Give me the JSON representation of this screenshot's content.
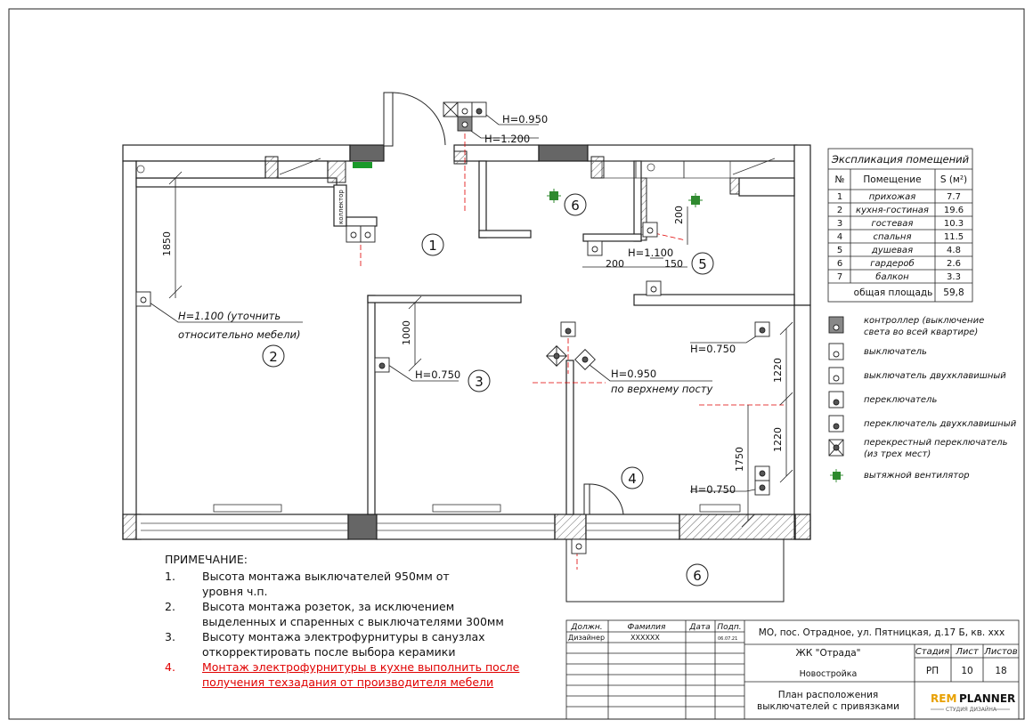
{
  "plan": {
    "rooms": [
      {
        "num": "1"
      },
      {
        "num": "2"
      },
      {
        "num": "3"
      },
      {
        "num": "4"
      },
      {
        "num": "5"
      },
      {
        "num": "6"
      },
      {
        "num": "6"
      }
    ],
    "heights": {
      "h0950": "H=0.950",
      "h1200": "H=1.200",
      "h1100_note_1": "H=1.100 (уточнить",
      "h1100_note_2": "относительно мебели)",
      "h0750_bedroom": "H=0.750",
      "h0950_post_1": "H=0.950",
      "h0950_post_2": "по верхнему посту",
      "h1100_bath": "H=1.100",
      "h0750_r1": "H=0.750",
      "h0750_r2": "H=0.750"
    },
    "dims": {
      "d1850": "1850",
      "d1000": "1000",
      "d200a": "200",
      "d200b": "200",
      "d150": "150",
      "d1220a": "1220",
      "d1220b": "1220",
      "d1750": "1750"
    },
    "collector_label": "коллектор"
  },
  "explication": {
    "title": "Экспликация помещений",
    "col_num": "№",
    "col_room": "Помещение",
    "col_area": "S (м²)",
    "rows": [
      {
        "n": "1",
        "name": "прихожая",
        "s": "7.7"
      },
      {
        "n": "2",
        "name": "кухня-гостиная",
        "s": "19.6"
      },
      {
        "n": "3",
        "name": "гостевая",
        "s": "10.3"
      },
      {
        "n": "4",
        "name": "спальня",
        "s": "11.5"
      },
      {
        "n": "5",
        "name": "душевая",
        "s": "4.8"
      },
      {
        "n": "6",
        "name": "гардероб",
        "s": "2.6"
      },
      {
        "n": "7",
        "name": "балкон",
        "s": "3.3"
      }
    ],
    "total_label": "общая площадь",
    "total_value": "59,8"
  },
  "legend": [
    {
      "icon": "controller-icon",
      "label_1": "контроллер (выключение",
      "label_2": "света во всей квартире)"
    },
    {
      "icon": "switch-icon",
      "label_1": "выключатель",
      "label_2": ""
    },
    {
      "icon": "double-switch-icon",
      "label_1": "выключатель двухклавишный",
      "label_2": ""
    },
    {
      "icon": "toggle-switch-icon",
      "label_1": "переключатель",
      "label_2": ""
    },
    {
      "icon": "double-toggle-switch-icon",
      "label_1": "переключатель двухклавишный",
      "label_2": ""
    },
    {
      "icon": "cross-switch-icon",
      "label_1": "перекрестный переключатель",
      "label_2": "(из трех мест)"
    },
    {
      "icon": "exhaust-fan-icon",
      "label_1": "вытяжной вентилятор",
      "label_2": ""
    }
  ],
  "notes": {
    "heading": "ПРИМЕЧАНИЕ:",
    "items": [
      {
        "n": "1.",
        "l1": "Высота монтажа выключателей 950мм от",
        "l2": "уровня ч.п.",
        "red": false
      },
      {
        "n": "2.",
        "l1": "Высота монтажа розеток, за исключением",
        "l2": "выделенных и спаренных с выключателями 300мм",
        "red": false
      },
      {
        "n": "3.",
        "l1": "Высоту монтажа электрофурнитуры в санузлах",
        "l2": "откорректировать после выбора керамики",
        "red": false
      },
      {
        "n": "4.",
        "l1": "Монтаж электрофурнитуры в кухне выполнить после",
        "l2": "получения техзадания от производителя мебели",
        "red": true
      }
    ]
  },
  "stamp": {
    "h_post": "Должн.",
    "h_name": "Фамилия",
    "h_date": "Дата",
    "h_sign": "Подп.",
    "r_post": "Дизайнер",
    "r_name": "XXXXXX",
    "r_date": "06.07.21",
    "address": "МО, пос. Отрадное, ул. Пятницкая, д.17 Б, кв. ххх",
    "complex": "ЖК \"Отрада\"",
    "type": "Новостройка",
    "stage_h": "Стадия",
    "sheet_h": "Лист",
    "sheets_h": "Листов",
    "stage": "РП",
    "sheet": "10",
    "sheets": "18",
    "title_1": "План расположения",
    "title_2": "выключателей с привязками",
    "logo_rem": "REM",
    "logo_planner": "PLANNER",
    "logo_sub": "СТУДИЯ ДИЗАЙНА"
  },
  "colors": {
    "red": "#e00000",
    "fan": "#2f8a2f",
    "hatch": "#888888",
    "wall": "#222222"
  }
}
